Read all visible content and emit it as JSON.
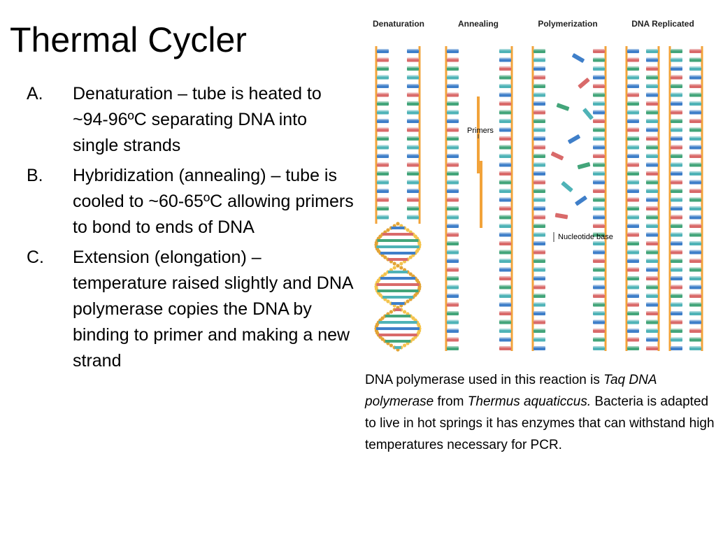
{
  "slide": {
    "title": "Thermal Cycler",
    "steps": [
      {
        "marker": "A.",
        "text": "Denaturation – tube is heated to ~94-96ºC separating  DNA into single strands"
      },
      {
        "marker": "B.",
        "text": "Hybridization (annealing) – tube is cooled to ~60-65ºC allowing primers to bond to ends of DNA"
      },
      {
        "marker": "C.",
        "text": "Extension (elongation) – temperature raised slightly and DNA polymerase  copies the DNA by binding to primer and making a new strand"
      }
    ],
    "note": {
      "part1": "DNA polymerase used in this reaction is ",
      "italic1": "Taq DNA polymerase",
      "part2": " from ",
      "italic2": "Thermus aquaticcus.",
      "part3": " Bacteria is adapted to live in hot springs it has enzymes that can withstand high temperatures necessary for PCR."
    }
  },
  "figure": {
    "stages": [
      "Denaturation",
      "Annealing",
      "Polymerization",
      "DNA Replicated"
    ],
    "callouts": {
      "primers": "Primers",
      "nucleotide": "Nucleotide base"
    },
    "colors": {
      "backbone": "#f2a33a",
      "helix": "#f3c34d",
      "base_blue": "#3f7fc9",
      "base_red": "#d96a6a",
      "base_green": "#43a57a",
      "base_teal": "#4fb3b7",
      "base_light": "#c9d9ef"
    }
  }
}
